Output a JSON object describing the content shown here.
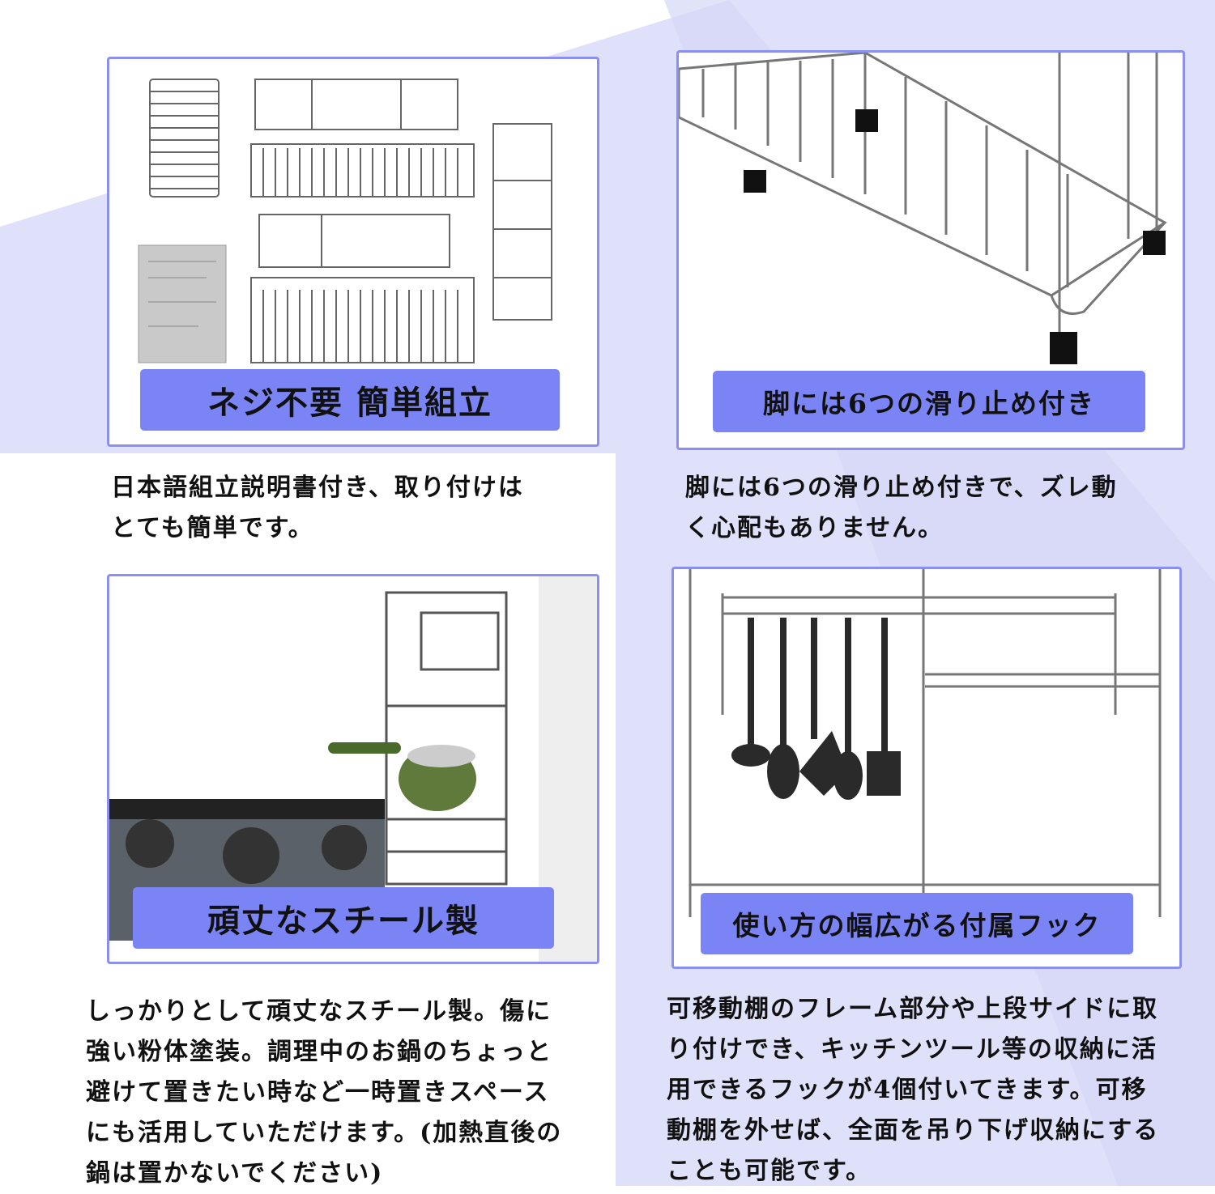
{
  "colors": {
    "accent": "#7a84f4",
    "border": "#8a8ff0",
    "background_shape": "#d8daf8"
  },
  "panels": [
    {
      "banner": "ネジ不要 簡単組立",
      "description": "日本語組立説明書付き、取り付けは\nとても簡単です。"
    },
    {
      "banner": "脚には6つの滑り止め付き",
      "description": "脚には6つの滑り止め付きで、ズレ動\nく心配もありません。"
    },
    {
      "banner": "頑丈なスチール製",
      "description": "しっかりとして頑丈なスチール製。傷に\n強い粉体塗装。調理中のお鍋のちょっと\n避けて置きたい時など一時置きスペース\nにも活用していただけます。(加熱直後の\n鍋は置かないでください)"
    },
    {
      "banner": "使い方の幅広がる付属フック",
      "description": "可移動棚のフレーム部分や上段サイドに取\nり付けでき、キッチンツール等の収納に活\n用できるフックが4個付いてきます。可移\n動棚を外せば、全面を吊り下げ収納にする\nことも可能です。"
    }
  ]
}
